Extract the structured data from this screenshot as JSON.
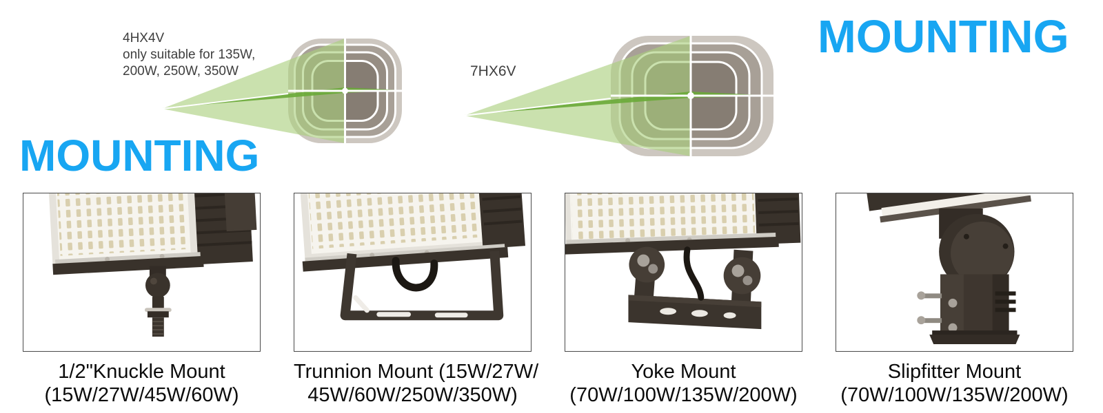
{
  "titles": {
    "mounting_left": "MOUNTING",
    "mounting_right": "MOUNTING"
  },
  "beam_diagrams": {
    "narrow": {
      "label": "4HX4V",
      "note_lines": [
        "only suitable for 135W,",
        "200W, 250W, 350W"
      ]
    },
    "wide": {
      "label": "7HX6V"
    }
  },
  "mounts": [
    {
      "image": "knuckle-mount-photo",
      "caption_line1": "1/2\"Knuckle Mount",
      "caption_line2": "(15W/27W/45W/60W)"
    },
    {
      "image": "trunnion-mount-photo",
      "caption_line1": "Trunnion Mount (15W/27W/",
      "caption_line2": "45W/60W/250W/350W)"
    },
    {
      "image": "yoke-mount-photo",
      "caption_line1": "Yoke Mount",
      "caption_line2": "(70W/100W/135W/200W)"
    },
    {
      "image": "slipfitter-mount-photo",
      "caption_line1": "Slipfitter Mount",
      "caption_line2": "(70W/100W/135W/200W)"
    }
  ],
  "colors": {
    "accent_blue": "#18a6f2",
    "beam_green_light": "#a9cf7d",
    "beam_green_dark": "#6aaa39",
    "target_band_outer": "#cdc7c0",
    "target_band_2": "#a8a097",
    "target_band_3": "#968d83",
    "target_center": "#867d73"
  }
}
